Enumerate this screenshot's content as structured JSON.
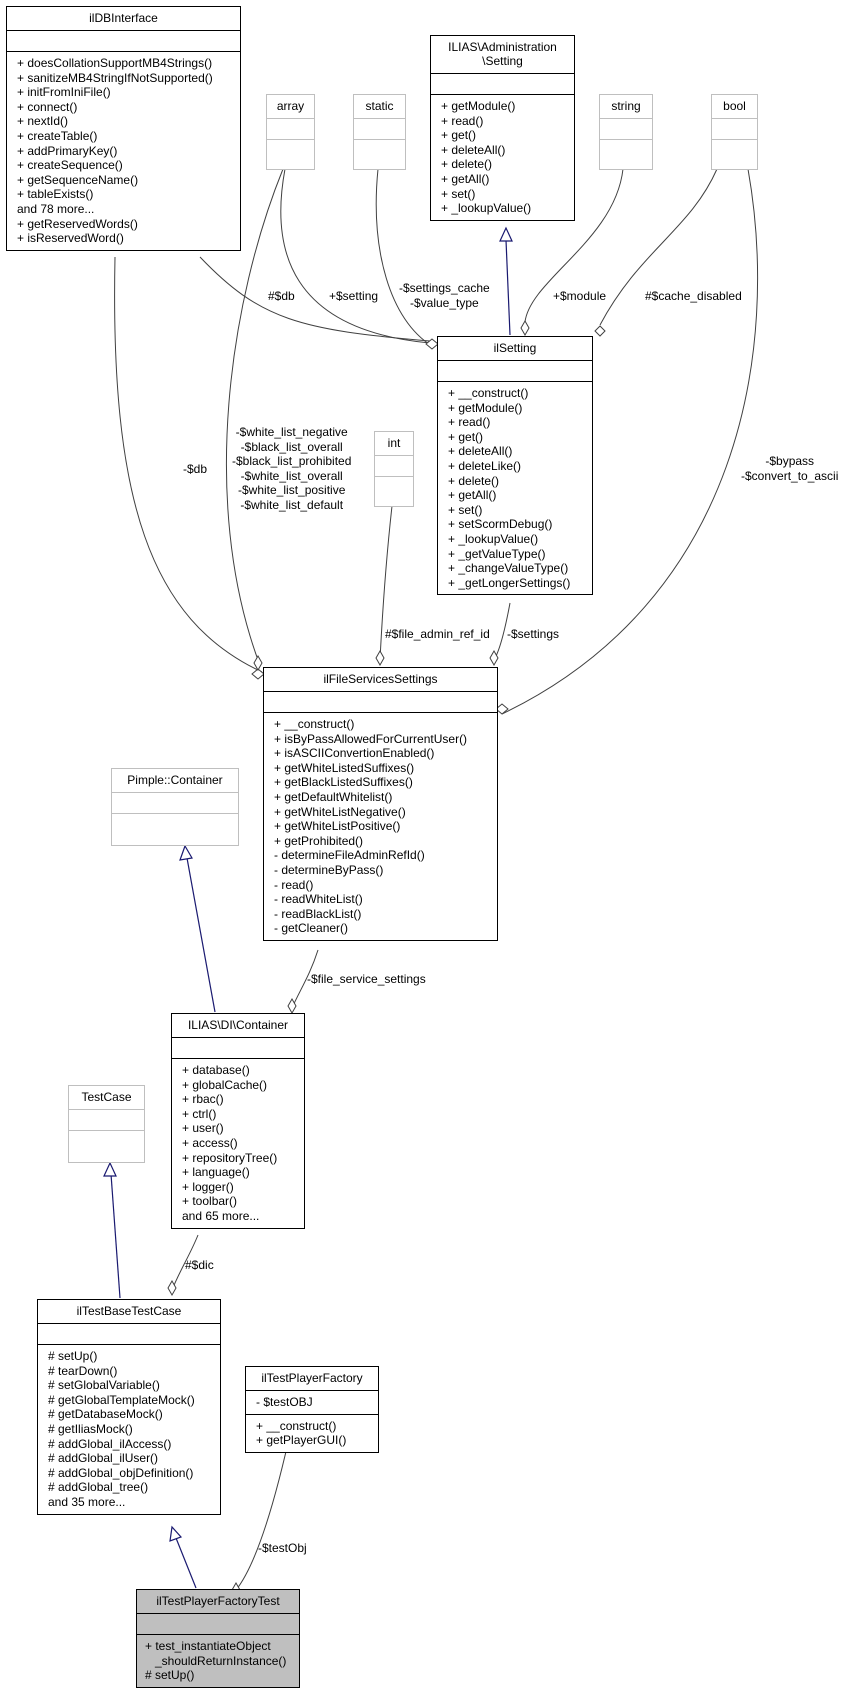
{
  "classes": {
    "ildbinterface": {
      "name": "ilDBInterface",
      "attributes": [],
      "operations": [
        "+ doesCollationSupportMB4Strings()",
        "+ sanitizeMB4StringIfNotSupported()",
        "+ initFromIniFile()",
        "+ connect()",
        "+ nextId()",
        "+ createTable()",
        "+ addPrimaryKey()",
        "+ createSequence()",
        "+ getSequenceName()",
        "+ tableExists()",
        "and 78 more...",
        "+ getReservedWords()",
        "+ isReservedWord()"
      ]
    },
    "admin_setting": {
      "name": "ILIAS\\Administration\n\\Setting",
      "attributes": [],
      "operations": [
        "+ getModule()",
        "+ read()",
        "+ get()",
        "+ deleteAll()",
        "+ delete()",
        "+ getAll()",
        "+ set()",
        "+ _lookupValue()"
      ]
    },
    "array": {
      "name": "array"
    },
    "static": {
      "name": "static"
    },
    "string": {
      "name": "string"
    },
    "bool": {
      "name": "bool"
    },
    "int": {
      "name": "int"
    },
    "ilsetting": {
      "name": "ilSetting",
      "attributes": [],
      "operations": [
        "+ __construct()",
        "+ getModule()",
        "+ read()",
        "+ get()",
        "+ deleteAll()",
        "+ deleteLike()",
        "+ delete()",
        "+ getAll()",
        "+ set()",
        "+ setScormDebug()",
        "+ _lookupValue()",
        "+ _getValueType()",
        "+ _changeValueType()",
        "+ _getLongerSettings()"
      ]
    },
    "filesettings": {
      "name": "ilFileServicesSettings",
      "attributes": [],
      "operations": [
        "+ __construct()",
        "+ isByPassAllowedForCurrentUser()",
        "+ isASCIIConvertionEnabled()",
        "+ getWhiteListedSuffixes()",
        "+ getBlackListedSuffixes()",
        "+ getDefaultWhitelist()",
        "+ getWhiteListNegative()",
        "+ getWhiteListPositive()",
        "+ getProhibited()",
        "- determineFileAdminRefId()",
        "- determineByPass()",
        "- read()",
        "- readWhiteList()",
        "- readBlackList()",
        "- getCleaner()"
      ]
    },
    "pimple": {
      "name": "Pimple::Container"
    },
    "dicontainer": {
      "name": "ILIAS\\DI\\Container",
      "attributes": [],
      "operations": [
        "+ database()",
        "+ globalCache()",
        "+ rbac()",
        "+ ctrl()",
        "+ user()",
        "+ access()",
        "+ repositoryTree()",
        "+ language()",
        "+ logger()",
        "+ toolbar()",
        "and 65 more..."
      ]
    },
    "testcase": {
      "name": "TestCase"
    },
    "basetestcase": {
      "name": "ilTestBaseTestCase",
      "attributes": [],
      "operations": [
        "# setUp()",
        "# tearDown()",
        "# setGlobalVariable()",
        "# getGlobalTemplateMock()",
        "# getDatabaseMock()",
        "# getIliasMock()",
        "# addGlobal_ilAccess()",
        "# addGlobal_ilUser()",
        "# addGlobal_objDefinition()",
        "# addGlobal_tree()",
        "and 35 more..."
      ]
    },
    "playerfactory": {
      "name": "ilTestPlayerFactory",
      "attributes": [
        "- $testOBJ"
      ],
      "operations": [
        "+ __construct()",
        "+ getPlayerGUI()"
      ]
    },
    "factorytest": {
      "name": "ilTestPlayerFactoryTest",
      "attributes": [],
      "operations": [
        "+ test_instantiateObject",
        "_shouldReturnInstance()",
        "# setUp()"
      ]
    }
  },
  "edge_labels": {
    "db1": "#$db",
    "setting": "+$setting",
    "settings_cache": "-$settings_cache\n-$value_type",
    "module": "+$module",
    "cache_disabled": "#$cache_disabled",
    "db2": "-$db",
    "white_lists": "-$white_list_negative\n-$black_list_overall\n-$black_list_prohibited\n-$white_list_overall\n-$white_list_positive\n-$white_list_default",
    "bypass": "-$bypass\n-$convert_to_ascii",
    "file_admin_ref_id": "#$file_admin_ref_id",
    "settings": "-$settings",
    "file_service_settings": "-$file_service_settings",
    "dic": "#$dic",
    "testobj": "-$testObj"
  },
  "colors": {
    "inheritance_edge": "#191970",
    "association_edge": "#404040",
    "highlight_fill": "#bfbfbf",
    "external_class_border": "#bfbfbf"
  }
}
